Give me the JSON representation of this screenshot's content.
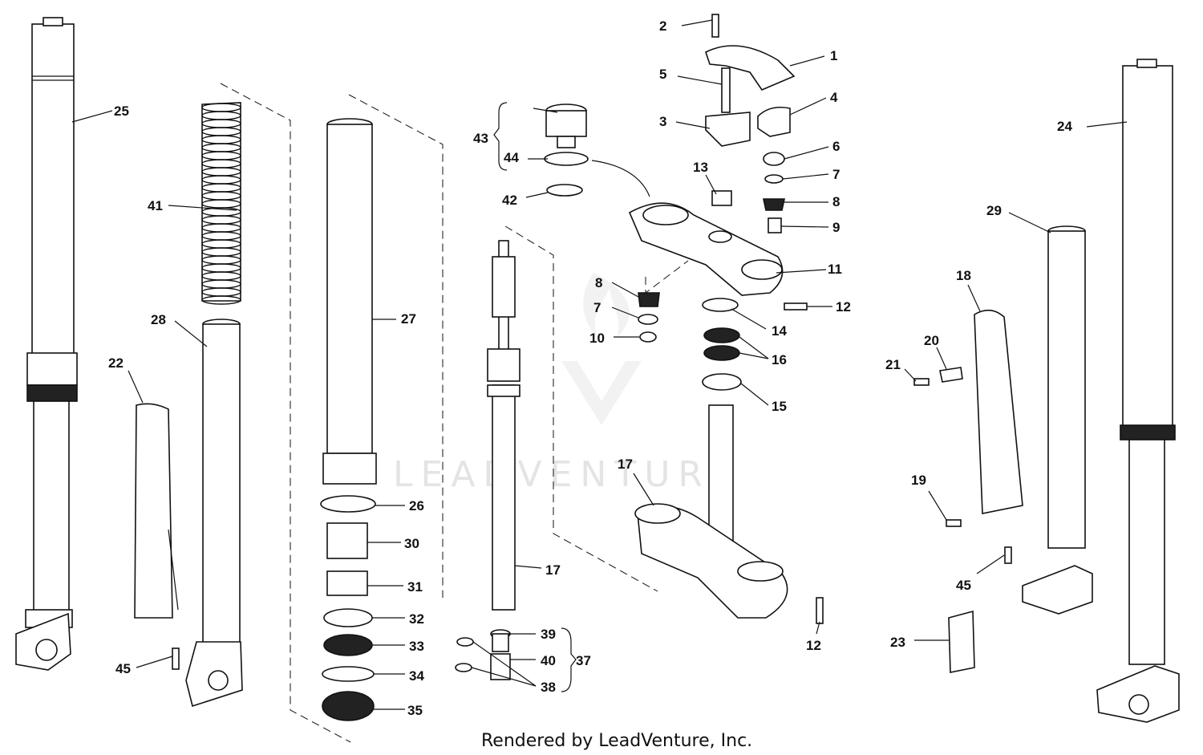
{
  "watermark": "LEADVENTURE",
  "credit": "Rendered by LeadVenture, Inc.",
  "callouts": {
    "p1": "1",
    "p2": "2",
    "p3": "3",
    "p4": "4",
    "p5": "5",
    "p6": "6",
    "p7a": "7",
    "p7b": "7",
    "p8a": "8",
    "p8b": "8",
    "p9": "9",
    "p10": "10",
    "p11": "11",
    "p12a": "12",
    "p12b": "12",
    "p13": "13",
    "p14": "14",
    "p15": "15",
    "p16": "16",
    "p17a": "17",
    "p17b": "17",
    "p18": "18",
    "p19": "19",
    "p20": "20",
    "p21": "21",
    "p22": "22",
    "p23": "23",
    "p24": "24",
    "p25": "25",
    "p26": "26",
    "p27": "27",
    "p28": "28",
    "p29": "29",
    "p30": "30",
    "p31": "31",
    "p32": "32",
    "p33": "33",
    "p34": "34",
    "p35": "35",
    "p37": "37",
    "p38": "38",
    "p39": "39",
    "p40": "40",
    "p41": "41",
    "p42": "42",
    "p43": "43",
    "p44": "44",
    "p45a": "45",
    "p45b": "45"
  }
}
